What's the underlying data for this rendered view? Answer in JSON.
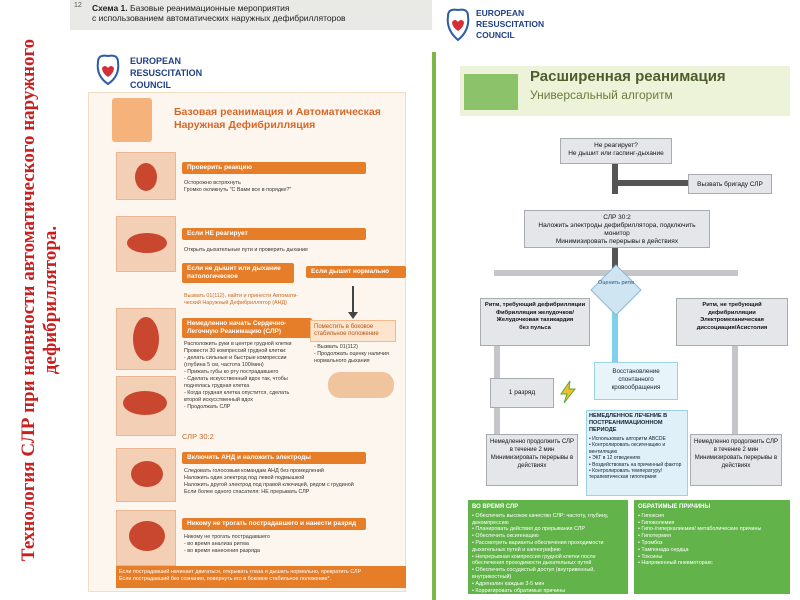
{
  "side_title": "Технология СЛР при наявности автоматического наружного дефибриллятора.",
  "left": {
    "page_number": "12",
    "scheme_bold": "Схема 1.",
    "scheme_title_1": "Базовые реанимационные мероприятия",
    "scheme_title_2": "с использованием автоматических наружных дефибрилляторов",
    "org": [
      "EUROPEAN",
      "RESUSCITATION",
      "COUNCIL"
    ],
    "card_title": "Базовая реанимация и Автоматическая Наружная Дефибрилляция",
    "step_check": "Проверить реакцию",
    "check_text": "Осторожно встряхнуть\nГромко окликнуть \"С Вами все в порядке?\"",
    "step_no_response": "Если НЕ реагирует",
    "open_airway": "Открыть дыхательные пути и проверить дыхание",
    "step_not_breathing": "Если не дышит или дыхание патологическое",
    "step_breathing": "Если дышит нормально",
    "call_text": "Вызвать 01(112), найти и принести Автомати-\nческий Наружный Дефибриллятор (АНД)",
    "step_cpr": "Немедленно начать Сердечно-\nЛегочную Реанимацию (СЛР)",
    "cpr_text": "Расположить руки в центре грудной клетки\nПровести 30 компрессий грудной клетки:\n - делать сильные и быстрые компрессии\n   (глубина 5 см, частота 100/мин)\n - Прижать губы ко рту пострадавшего\n - Сделать искусственный вдох так, чтобы\n   поднялась грудная клетка\n - Когда грудная клетка опустится, сделать\n   второй искусственный вдох\n - Продолжать СЛР",
    "recovery_title": "Поместить в боковое стабильное положение",
    "recovery_text": " - Вызвать 01(112)\n - Продолжать оценку наличия\n   нормального дыхания",
    "cpr_ratio": "СЛР 30:2",
    "step_aed": "Включить АНД и наложить электроды",
    "aed_text": "Следовать голосовым командам АНД без промедлений\nНаложить один электрод под левой подмышкой\nНаложить другой электрод под правой ключицей, рядом с грудиной\nЕсли более одного спасателя: НЕ прерывать СЛР",
    "step_notouch": "Никому не трогать пострадавшего и нанести разряд",
    "notouch_text": "Никому не трогать пострадавшего\n - во время анализа ритма\n - во время нанесения разряда",
    "footer": "Если пострадавший начинает двигаться, открывать глаза и дышать нормально, прекратить СЛР\nЕсли пострадавший без сознания, повернуть его в боковое стабильное положение*."
  },
  "right": {
    "org": [
      "EUROPEAN",
      "RESUSCITATION",
      "COUNCIL"
    ],
    "title": "Расширенная реанимация",
    "subtitle": "Универсальный алгоритм",
    "no_response": "Не реагирует?\nНе дышит или гаспинг-дыхание",
    "call_team": "Вызвать бригаду СЛР",
    "cpr": "СЛР 30:2\nНаложить электроды дефибриллятора, подключить монитор\nМинимизировать перерывы в действиях",
    "assess": "Оценить ритм",
    "shockable": "Ритм, требующий дефибрилляции\nФибрилляция желудочков/\nЖелудочковая тахикардия\nбез пульса",
    "non_shockable": "Ритм, не требующий дефибрилляции\nЭлектромеханическая\nдиссоциация/Асистолия",
    "rosc": "Восстановление спонтанного кровообращения",
    "shock": "1 разряд",
    "post": {
      "title": "НЕМЕДЛЕННОЕ ЛЕЧЕНИЕ В ПОСТРЕАНИМАЦИОННОМ ПЕРИОДЕ",
      "items": [
        "Использовать алгоритм ABCDE",
        "Контролировать оксигенацию и вентиляцию",
        "ЭКГ в 12 отведениях",
        "Воздействовать на причинный фактор",
        "Контролировать температуру/ терапевтическая гипотермия"
      ]
    },
    "continue_left": "Немедленно продолжить СЛР в течение 2 мин Минимизировать перерывы в действиях",
    "continue_right": "Немедленно продолжить СЛР в течение 2 мин Минимизировать перерывы в действиях",
    "during_title": "ВО ВРЕМЯ СЛР",
    "during_items": [
      "Обеспечить высокое качество СЛР: частоту, глубину, декомпрессию",
      "Планировать действия до прерывания СЛР",
      "Обеспечить оксигенацию",
      "Рассмотреть варианты обеспечения проходимости дыхательных путей и капнографию",
      "Непрерывная компрессия грудной клетки после обеспечения проходимости дыхательных путей",
      "Обеспечить сосудистый доступ (внутривенный, внутрикостный)",
      "Адреналин каждые 3-5 мин",
      "Корригировать обратимые причины"
    ],
    "rev_title": "ОБРАТИМЫЕ ПРИЧИНЫ",
    "rev_items": [
      "Гипоксия",
      "Гиповолемия",
      "Гипо-/гиперкалиемия/ метаболические причины",
      "Гипотермия",
      "Тромбоз",
      "Тампонада сердца",
      "Токсины",
      "Напряженный пневмоторакс"
    ]
  }
}
